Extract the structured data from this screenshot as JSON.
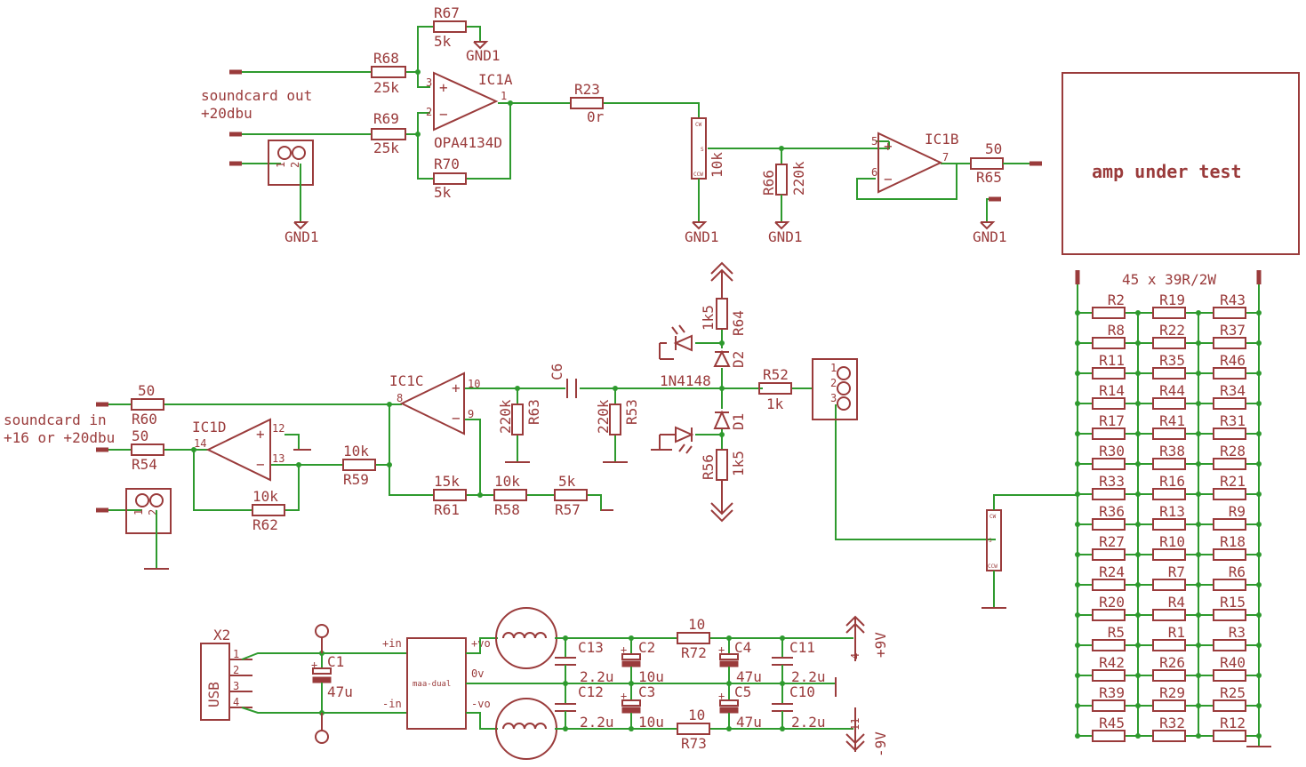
{
  "labels": {
    "soundcard_out_1": "soundcard out",
    "soundcard_out_2": "+20dbu",
    "soundcard_in_1": "soundcard in",
    "soundcard_in_2": "+16 or +20dbu",
    "amp_under_test": "amp under test",
    "load_bank": "45 x 39R/2W",
    "diode_type": "1N4148",
    "psu_module": "maa-dual",
    "usb_connector": "X2",
    "usb": "USB",
    "plus9v": "+9V",
    "minus9v": "-9V"
  },
  "ground": "GND1",
  "opamps": {
    "ic1a": {
      "name": "IC1A",
      "type": "OPA4134D",
      "pins": [
        "3",
        "2",
        "1"
      ]
    },
    "ic1b": {
      "name": "IC1B",
      "pins": [
        "5",
        "6",
        "7"
      ]
    },
    "ic1c": {
      "name": "IC1C",
      "pins": [
        "8",
        "9",
        "10"
      ]
    },
    "ic1d": {
      "name": "IC1D",
      "pins": [
        "14",
        "12",
        "13"
      ]
    }
  },
  "pins": {
    "p1": "1",
    "p2": "2",
    "p3": "3",
    "p4": "4",
    "p11": "11"
  },
  "pot": {
    "cw": "CW",
    "ccw": "CCW",
    "s": "S"
  },
  "psu_pins": {
    "plus_in": "+in",
    "minus_in": "-in",
    "plus_vo": "+vo",
    "zero_v": "0v",
    "minus_vo": "-vo"
  },
  "resistors": {
    "r67": {
      "name": "R67",
      "value": "5k"
    },
    "r68": {
      "name": "R68",
      "value": "25k"
    },
    "r69": {
      "name": "R69",
      "value": "25k"
    },
    "r70": {
      "name": "R70",
      "value": "5k"
    },
    "r23": {
      "name": "R23",
      "value": "0r"
    },
    "pot1": {
      "value": "10k"
    },
    "r66": {
      "name": "R66",
      "value": "220k"
    },
    "r65": {
      "name": "R65",
      "value": "50"
    },
    "r60": {
      "name": "R60",
      "value": "50"
    },
    "r54": {
      "name": "R54",
      "value": "50"
    },
    "r59": {
      "name": "R59",
      "value": "10k"
    },
    "r62": {
      "name": "R62",
      "value": "10k"
    },
    "r61": {
      "name": "R61",
      "value": "15k"
    },
    "r58": {
      "name": "R58",
      "value": "10k"
    },
    "r57": {
      "name": "R57",
      "value": "5k"
    },
    "r63": {
      "name": "R63",
      "value": "220k"
    },
    "r53": {
      "name": "R53",
      "value": "220k"
    },
    "c6": {
      "name": "C6"
    },
    "r64": {
      "name": "R64",
      "value": "1k5"
    },
    "r56": {
      "name": "R56",
      "value": "1k5"
    },
    "d2": {
      "name": "D2"
    },
    "d1": {
      "name": "D1"
    },
    "r52": {
      "name": "R52",
      "value": "1k"
    },
    "r72": {
      "name": "R72",
      "value": "10"
    },
    "r73": {
      "name": "R73",
      "value": "10"
    }
  },
  "caps": {
    "c1": {
      "name": "C1",
      "value": "47u"
    },
    "c13": {
      "name": "C13",
      "value": "2.2u"
    },
    "c12": {
      "name": "C12",
      "value": "2.2u"
    },
    "c2": {
      "name": "C2",
      "value": "10u"
    },
    "c3": {
      "name": "C3",
      "value": "10u"
    },
    "c4": {
      "name": "C4",
      "value": "47u"
    },
    "c5": {
      "name": "C5",
      "value": "47u"
    },
    "c11": {
      "name": "C11",
      "value": "2.2u"
    },
    "c10": {
      "name": "C10",
      "value": "2.2u"
    }
  },
  "load_bank_grid": [
    [
      "R2",
      "R19",
      "R43"
    ],
    [
      "R8",
      "R22",
      "R37"
    ],
    [
      "R11",
      "R35",
      "R46"
    ],
    [
      "R14",
      "R44",
      "R34"
    ],
    [
      "R17",
      "R41",
      "R31"
    ],
    [
      "R30",
      "R38",
      "R28"
    ],
    [
      "R33",
      "R16",
      "R21"
    ],
    [
      "R36",
      "R13",
      "R9"
    ],
    [
      "R27",
      "R10",
      "R18"
    ],
    [
      "R24",
      "R7",
      "R6"
    ],
    [
      "R20",
      "R4",
      "R15"
    ],
    [
      "R5",
      "R1",
      "R3"
    ],
    [
      "R42",
      "R26",
      "R40"
    ],
    [
      "R39",
      "R29",
      "R25"
    ],
    [
      "R45",
      "R32",
      "R12"
    ]
  ]
}
